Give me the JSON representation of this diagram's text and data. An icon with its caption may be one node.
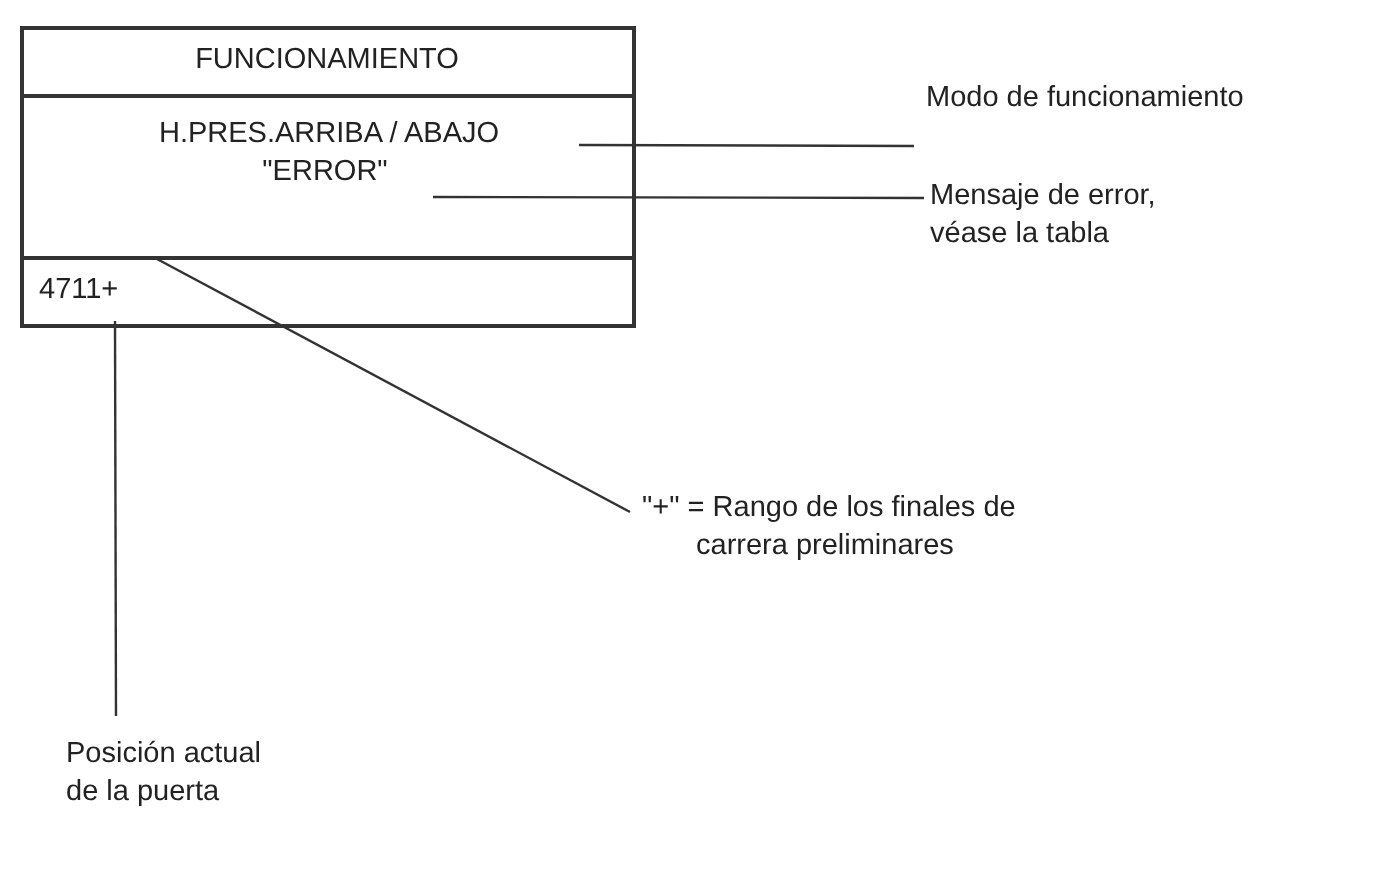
{
  "diagram": {
    "nodes": [
      {
        "text": [],
        "shape": "box"
      },
      {
        "text": [
          "FUNCIONAMIENTO"
        ],
        "in": 0
      },
      {
        "text": [
          "H.PRES.ARRIBA / ABAJO"
        ],
        "in": 0
      },
      {
        "text": [
          "\"ERROR\""
        ],
        "in": 0
      },
      {
        "text": [
          "4711+"
        ],
        "in": 0
      },
      {
        "text": [
          "Modo de funcionamiento"
        ]
      },
      {
        "text": [
          "Mensaje de error, véase la tabla"
        ]
      },
      {
        "text": [
          "\"+\" = Rango de los finales de carrera preliminares"
        ]
      },
      {
        "text": [
          "Posición actual de la puerta"
        ]
      }
    ],
    "edges": [
      {
        "from": 5,
        "to": 2,
        "arrow": "none"
      },
      {
        "from": 6,
        "to": 3,
        "arrow": "none"
      },
      {
        "from": 7,
        "to": 4,
        "arrow": "none"
      },
      {
        "from": 8,
        "to": 4,
        "arrow": "none"
      }
    ]
  }
}
